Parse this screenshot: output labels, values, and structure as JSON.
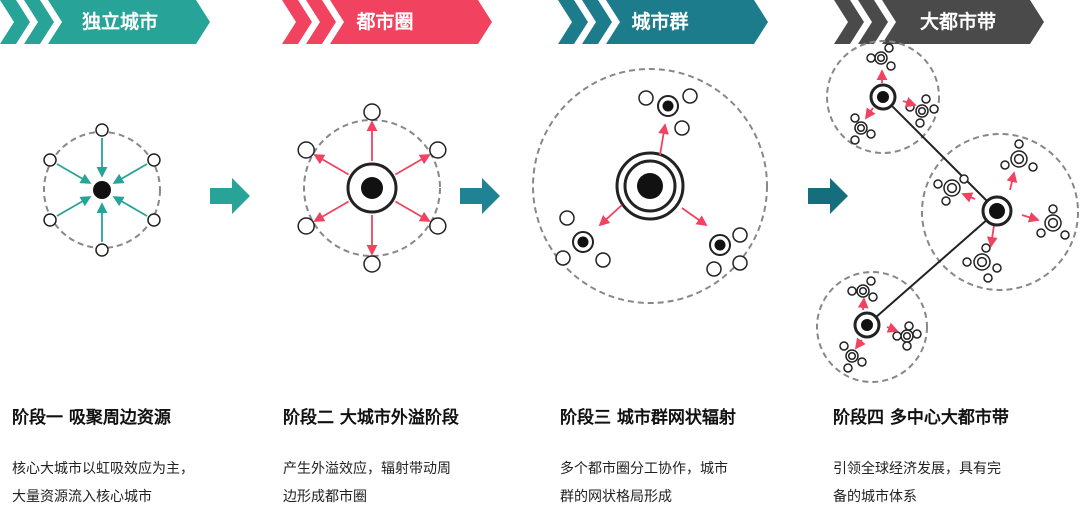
{
  "colors": {
    "teal": "#27a398",
    "red": "#f1425f",
    "darkteal": "#1d7c8b",
    "gray": "#4a4a4a",
    "arrow1": "#27a398",
    "arrow2": "#1f8393",
    "arrow3": "#166d7b"
  },
  "stages": [
    {
      "header": "独立城市",
      "title": "阶段一 吸聚周边资源",
      "desc": [
        "核心大城市以虹吸效应为主，",
        "大量资源流入核心城市"
      ]
    },
    {
      "header": "都市圈",
      "title": "阶段二 大城市外溢阶段",
      "desc": [
        "产生外溢效应，辐射带动周",
        "边形成都市圈"
      ]
    },
    {
      "header": "城市群",
      "title": "阶段三 城市群网状辐射",
      "desc": [
        "多个都市圈分工协作，城市",
        "群的网状格局形成"
      ]
    },
    {
      "header": "大都市带",
      "title": "阶段四 多中心大都市带",
      "desc": [
        "引领全球经济发展，具有完",
        "备的城市体系"
      ]
    }
  ]
}
